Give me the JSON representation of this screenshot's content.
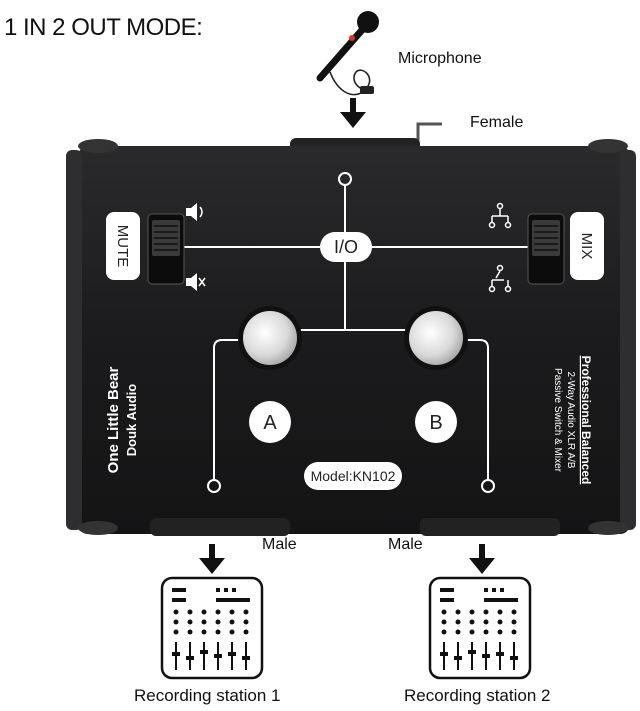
{
  "title": "1 IN 2 OUT MODE:",
  "labels": {
    "microphone": "Microphone",
    "female": "Female",
    "male_left": "Male",
    "male_right": "Male",
    "station1": "Recording station 1",
    "station2": "Recording station 2"
  },
  "device": {
    "brand_line1": "One Little Bear",
    "brand_line2": "Douk Audio",
    "desc_line1": "Professional Balanced",
    "desc_line2": "2-Way Audio XLR A/B",
    "desc_line3": "Passive Switch & Mixer",
    "model": "Model:KN102",
    "io_label": "I/O",
    "mute_label": "MUTE",
    "mix_label": "MIX",
    "button_a": "A",
    "button_b": "B"
  },
  "colors": {
    "panel": "#1d1d1f",
    "silkscreen": "#ffffff",
    "mic_accent": "#d9331f"
  }
}
